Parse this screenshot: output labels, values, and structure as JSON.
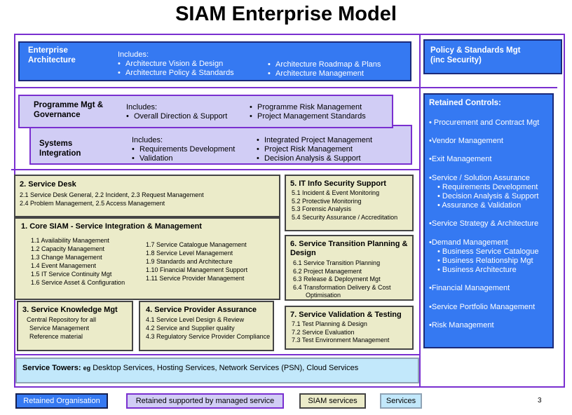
{
  "title": "SIAM Enterprise Model",
  "enterprise_architecture": {
    "heading_line1": "Enterprise",
    "heading_line2": "Architecture",
    "includes": "Includes:",
    "items_left": [
      "Architecture Vision & Design",
      "Architecture Policy & Standards"
    ],
    "items_right": [
      "Architecture Roadmap & Plans",
      "Architecture Management"
    ]
  },
  "policy": {
    "line1": "Policy &  Standards Mgt",
    "line2": "(inc Security)"
  },
  "programme": {
    "heading_line1": "Programme Mgt &",
    "heading_line2": "Governance",
    "includes": "Includes:",
    "items_left": [
      "Overall Direction & Support"
    ],
    "items_right": [
      "Programme Risk Management",
      "Project Management Standards"
    ]
  },
  "systems_integration": {
    "heading_line1": "Systems",
    "heading_line2": "Integration",
    "includes": "Includes:",
    "items_left": [
      "Requirements Development",
      "Validation"
    ],
    "items_right": [
      "Integrated Project Management",
      "Project Risk Management",
      "Decision Analysis & Support"
    ]
  },
  "retained_controls": {
    "title": "Retained Controls:",
    "items": [
      "Procurement and Contract Mgt",
      "Vendor Management",
      "Exit Management",
      "Service / Solution Assurance",
      "Requirements  Development",
      "Decision Analysis & Support",
      "Assurance & Validation",
      "Service Strategy & Architecture",
      "Demand Management",
      "Business Service Catalogue",
      "Business Relationship Mgt",
      "Business Architecture",
      "Financial Management",
      "Service Portfolio Management",
      "Risk Management"
    ]
  },
  "service_desk": {
    "title": "2. Service Desk",
    "line1": "2.1 Service Desk General,  2.2 Incident, 2.3 Request Management",
    "line2": "2.4 Problem Management,  2.5 Access Management"
  },
  "it_security": {
    "title": "5. IT Info Security Support",
    "items": [
      "5.1 Incident & Event Monitoring",
      "5.2 Protective Monitoring",
      "5.3 Forensic Analysis",
      "5.4 Security Assurance / Accreditation"
    ]
  },
  "core_siam": {
    "title": "1. Core SIAM - Service Integration & Management",
    "items_left": [
      "1.1  Availability Management",
      "1.2  Capacity Management",
      "1.3  Change Management",
      "1.4  Event Management",
      "1.5  IT Service Continuity Mgt",
      "1.6  Service Asset & Configuration"
    ],
    "items_right": [
      "1.7  Service  Catalogue Management",
      "1.8  Service  Level Management",
      "1.9  Standards and Architecture",
      "1.10 Financial Management Support",
      "1.11  Service Provider Management"
    ]
  },
  "transition": {
    "title_line1": "6. Service Transition Planning &",
    "title_line2": "Design",
    "items": [
      "6.1 Service Transition Planning",
      "6.2 Project Management",
      "6.3 Release & Deployment Mgt",
      "6.4 Transformation Delivery & Cost"
    ],
    "item4_cont": "Optimisation"
  },
  "knowledge": {
    "title": "3. Service Knowledge Mgt",
    "lines": [
      "Central Repository for all",
      "Service  Management",
      "Reference material"
    ]
  },
  "provider_assurance": {
    "title": "4. Service Provider Assurance",
    "items": [
      "4.1 Service Level Design & Review",
      "4.2 Service and Supplier quality",
      "4.3 Regulatory Service Provider Compliance"
    ]
  },
  "validation": {
    "title": "7. Service Validation & Testing",
    "items": [
      "7.1 Test Planning & Design",
      "7.2 Service Evaluation",
      "7.3 Test Environment Management"
    ]
  },
  "towers": {
    "label": "Service Towers",
    "eg": "eg",
    "text": "Desktop Services, Hosting Services, Network Services (PSN), Cloud Services"
  },
  "legend": {
    "retained": "Retained Organisation",
    "supported": "Retained supported by managed service",
    "siam": "SIAM services",
    "services": "Services"
  },
  "page_number": "3",
  "colors": {
    "retained_blue": "#3579f2",
    "managed_lavender": "#d1cdf5",
    "siam_tan": "#ebebc9",
    "services_light_blue": "#c2e8fb",
    "outline_purple": "#7a2fd0"
  }
}
